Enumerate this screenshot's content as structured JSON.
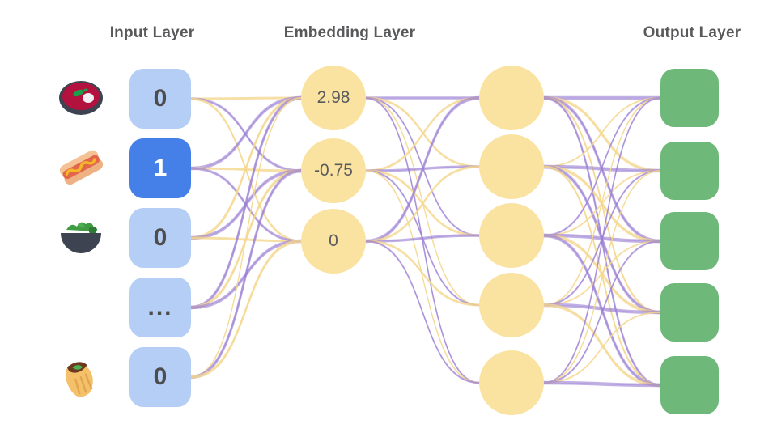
{
  "diagram": {
    "title_input": "Input Layer",
    "title_embedding": "Embedding Layer",
    "title_output": "Output Layer",
    "background_color": "#ffffff"
  },
  "colors": {
    "input_box": "#b5cef5",
    "input_box_active": "#4480e8",
    "embedding_circle": "#fae3a0",
    "hidden_circle": "#fae3a0",
    "output_box": "#6eb87a",
    "edge_purple": "#9b7fd4",
    "edge_yellow": "#f5d78e",
    "title_text": "#58595b",
    "value_text": "#4d4d4f",
    "value_text_active": "#ffffff"
  },
  "input_layer": {
    "label": "Input Layer",
    "nodes": [
      {
        "value": "0",
        "active": false,
        "icon": "steak-icon"
      },
      {
        "value": "1",
        "active": true,
        "icon": "hotdog-icon"
      },
      {
        "value": "0",
        "active": false,
        "icon": "salad-icon"
      },
      {
        "value": "...",
        "active": false,
        "icon": ""
      },
      {
        "value": "0",
        "active": false,
        "icon": "taco-icon"
      }
    ]
  },
  "embedding_layer": {
    "label": "Embedding Layer",
    "nodes": [
      {
        "value": "2.98"
      },
      {
        "value": "-0.75"
      },
      {
        "value": "0"
      }
    ]
  },
  "hidden_layer": {
    "label": "",
    "nodes": [
      {
        "value": ""
      },
      {
        "value": ""
      },
      {
        "value": ""
      },
      {
        "value": ""
      },
      {
        "value": ""
      }
    ]
  },
  "output_layer": {
    "label": "Output Layer",
    "nodes": [
      {
        "value": ""
      },
      {
        "value": ""
      },
      {
        "value": ""
      },
      {
        "value": ""
      },
      {
        "value": ""
      }
    ]
  }
}
